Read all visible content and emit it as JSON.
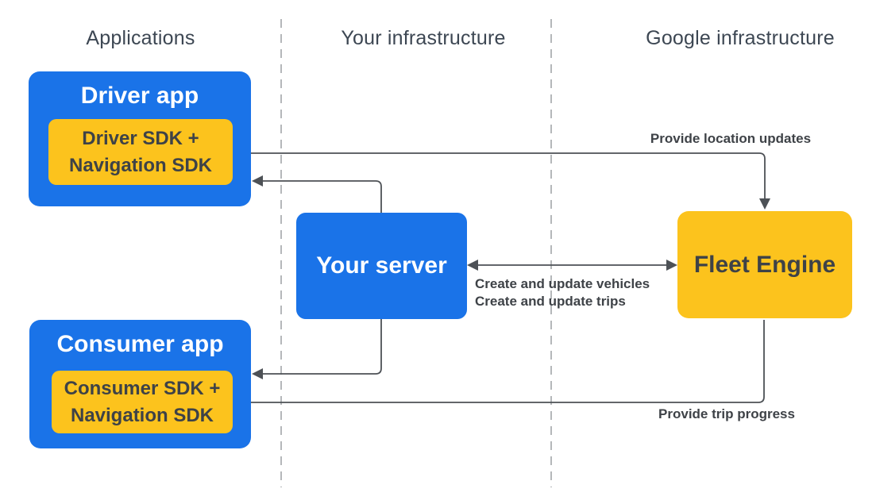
{
  "columns": [
    {
      "label": "Applications"
    },
    {
      "label": "Your infrastructure"
    },
    {
      "label": "Google infrastructure"
    }
  ],
  "nodes": {
    "driver_app": {
      "title": "Driver app",
      "sdk_line1": "Driver SDK +",
      "sdk_line2": "Navigation SDK"
    },
    "consumer_app": {
      "title": "Consumer app",
      "sdk_line1": "Consumer SDK +",
      "sdk_line2": "Navigation SDK"
    },
    "your_server": {
      "title": "Your server"
    },
    "fleet_engine": {
      "title": "Fleet Engine"
    }
  },
  "edges": {
    "provide_location_updates": "Provide location updates",
    "create_and_update_vehicles": "Create and update vehicles",
    "create_and_update_trips": "Create and update trips",
    "provide_trip_progress": "Provide trip progress"
  },
  "colors": {
    "blue": "#1a73e8",
    "yellow": "#fcc31d",
    "heading": "#3d4753",
    "dark_text": "#3e4247",
    "line": "#4d5156",
    "dash": "#a8abae",
    "white_text": "#ffffff"
  }
}
